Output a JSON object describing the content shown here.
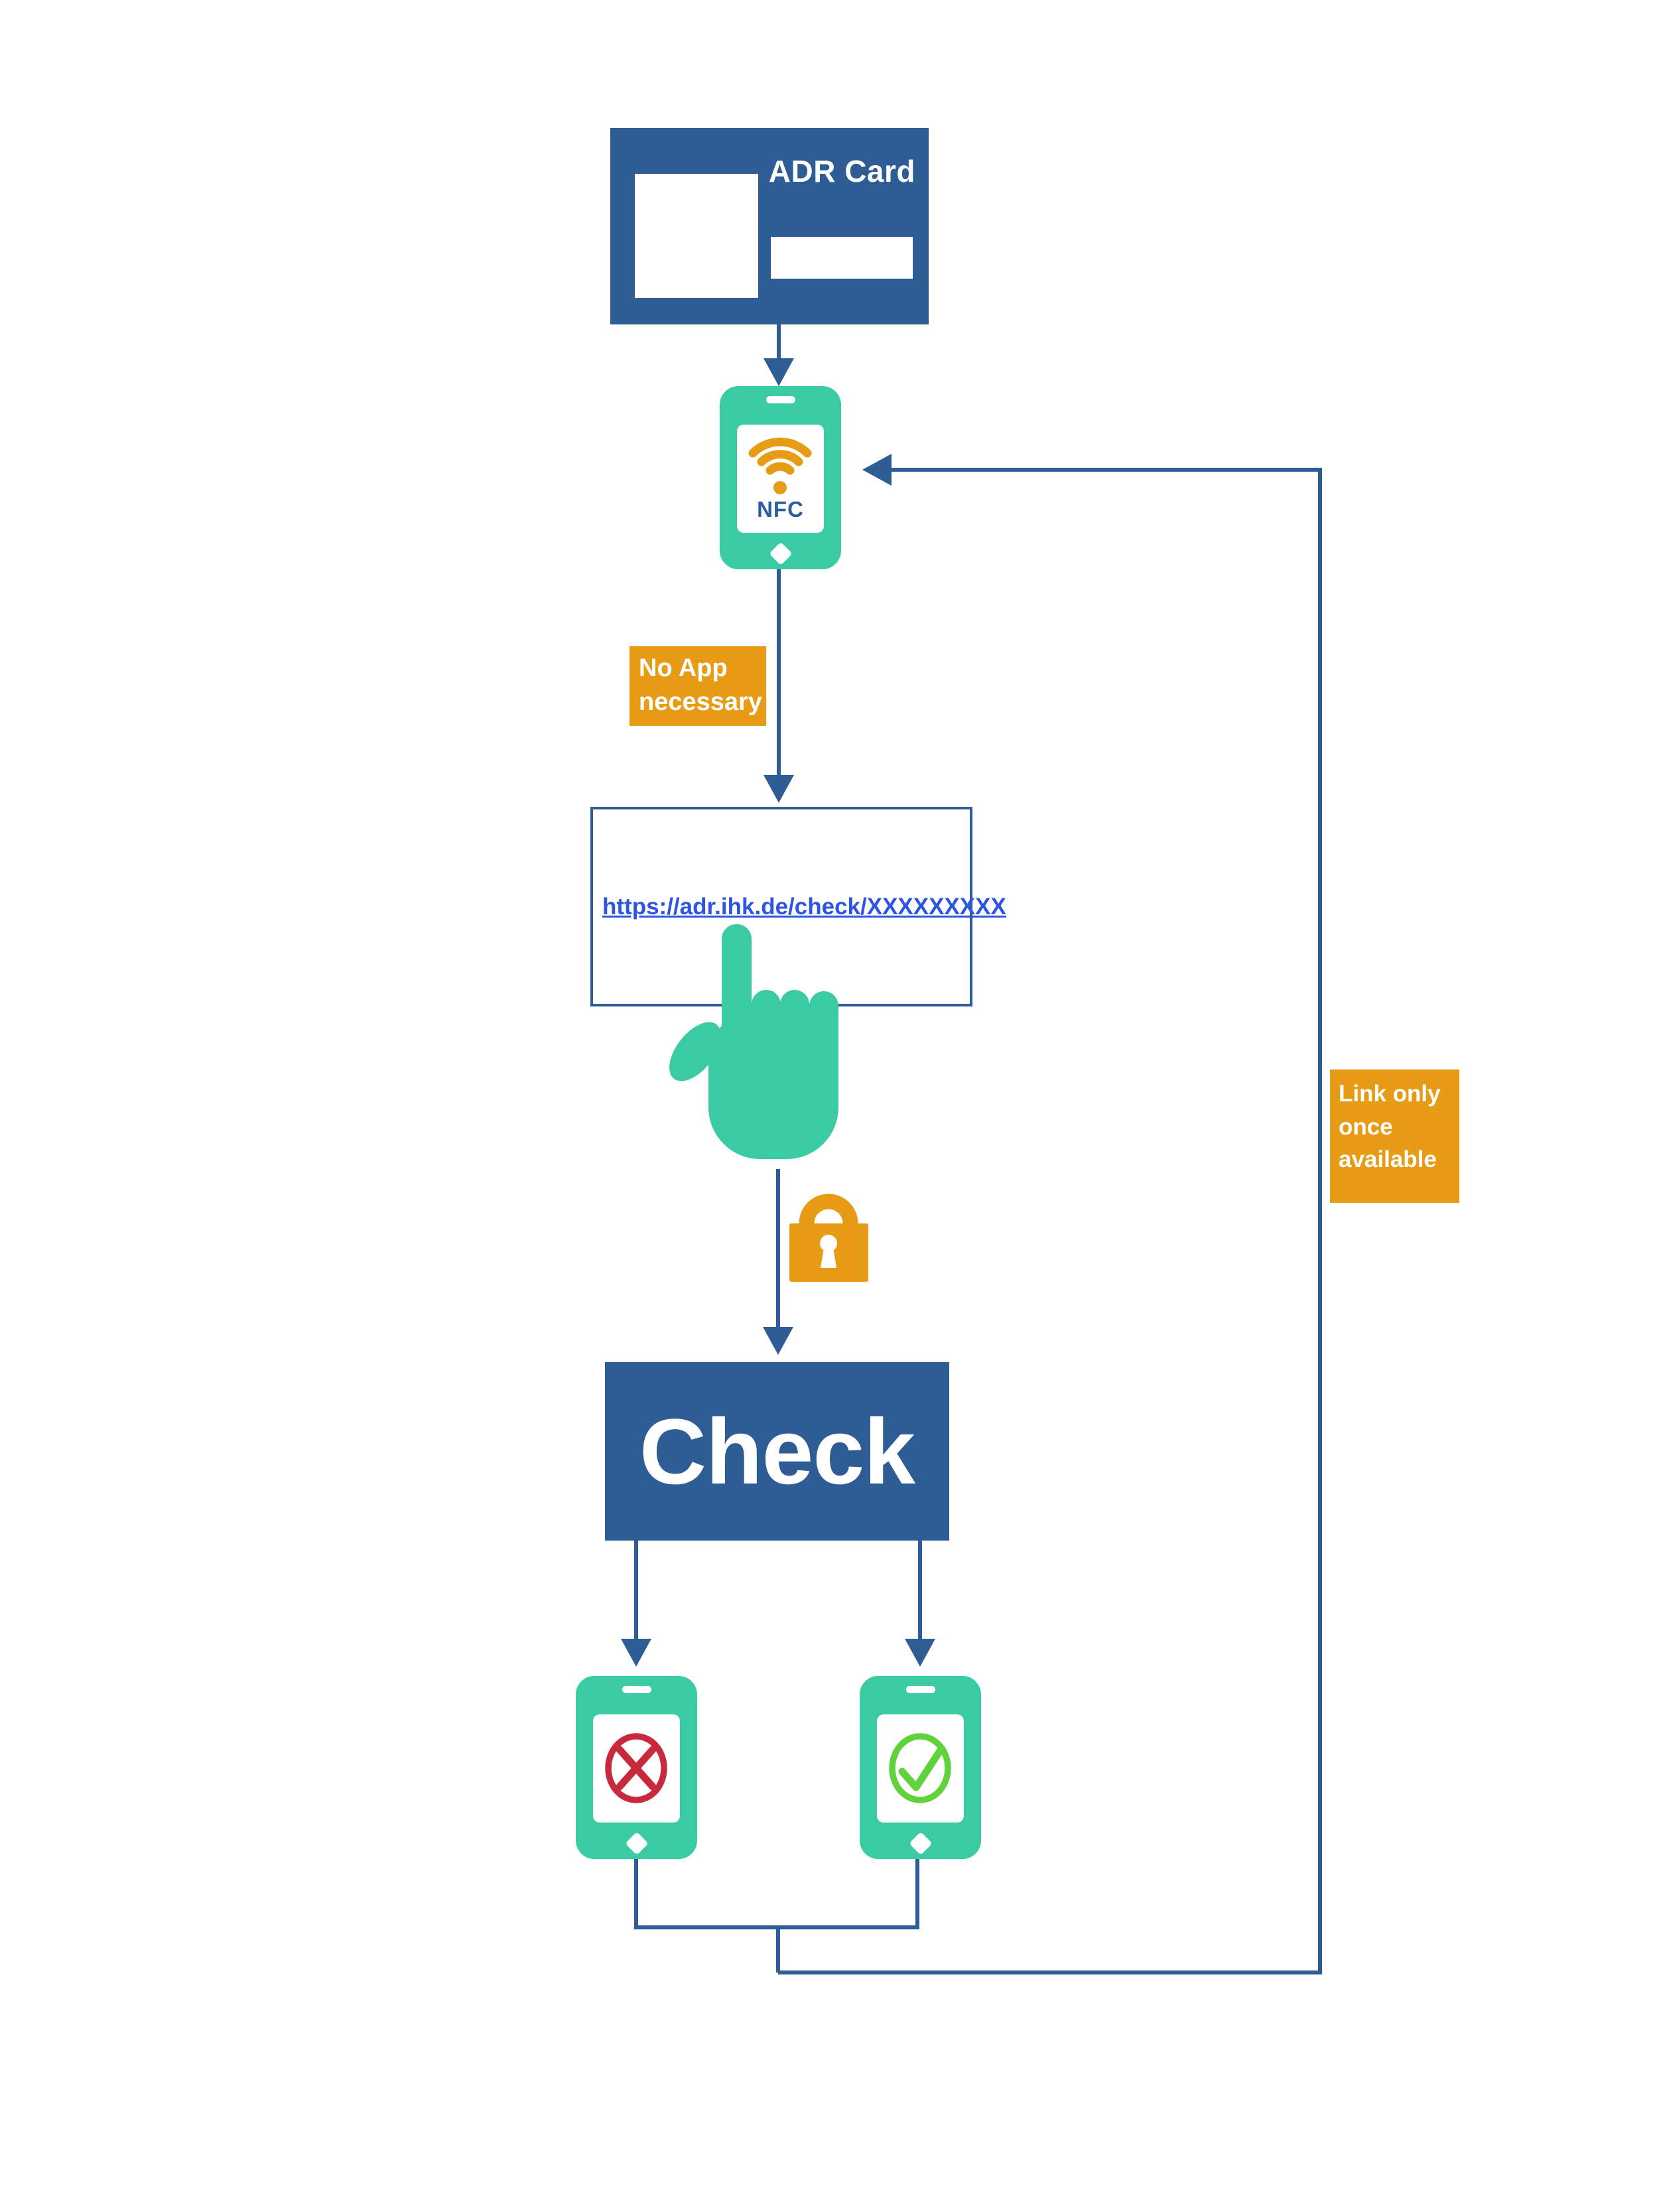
{
  "diagram": {
    "card": {
      "title": "ADR Card"
    },
    "nfc_phone": {
      "label": "NFC"
    },
    "labels": {
      "no_app": "No App\nnecessary",
      "link_once": "Link only\nonce\navailable"
    },
    "link_box": {
      "url": "https://adr.ihk.de/check/XXXXXXXXX"
    },
    "check_box": {
      "label": "Check"
    },
    "icons": {
      "nfc_icon": "nfc-waves-icon",
      "tap_icon": "tap-hand-icon",
      "lock_icon": "lock-icon",
      "fail_icon": "cross-circle-icon",
      "success_icon": "check-circle-icon"
    },
    "colors": {
      "flow_blue": "#2E5C95",
      "teal": "#3BCBA3",
      "orange": "#E89C15",
      "link_blue": "#2E55E2",
      "nfc_text_blue": "#2B5CA0",
      "fail_red": "#C9293C",
      "success_green": "#5FD23C"
    }
  }
}
